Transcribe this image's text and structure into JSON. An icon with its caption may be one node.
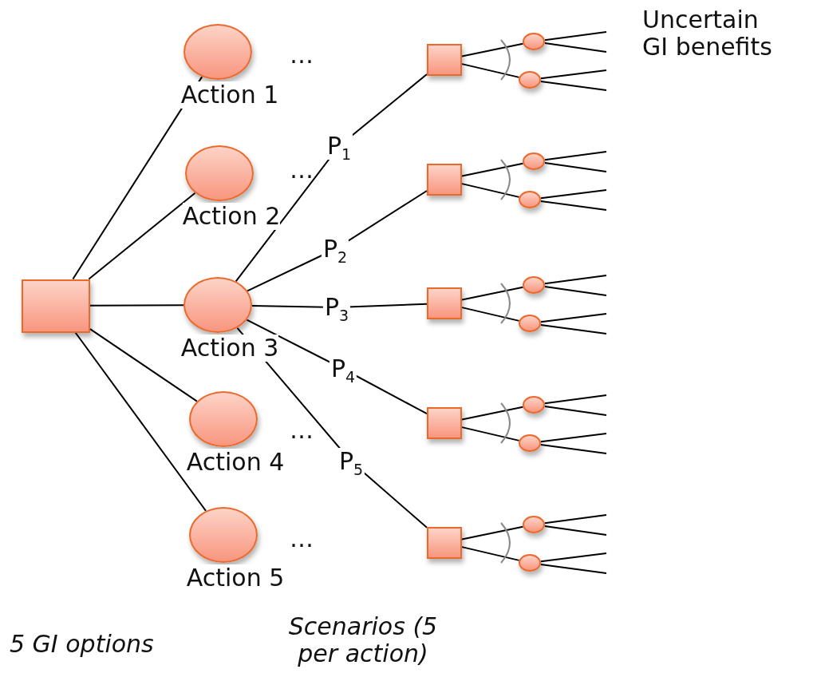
{
  "diagram": {
    "nodes": [
      {
        "text": [],
        "shape": "box"
      },
      {
        "text": [
          "Action 1"
        ]
      },
      {
        "text": [
          "Action 2"
        ]
      },
      {
        "text": [
          "Action 3"
        ]
      },
      {
        "text": [
          "Action 4"
        ]
      },
      {
        "text": [
          "Action 5"
        ]
      },
      {
        "text": [],
        "shape": "box"
      },
      {
        "text": [],
        "shape": "box"
      },
      {
        "text": [],
        "shape": "box"
      },
      {
        "text": [],
        "shape": "box"
      },
      {
        "text": [],
        "shape": "box"
      },
      {
        "text": [],
        "shape": "circle"
      },
      {
        "text": [],
        "shape": "circle"
      },
      {
        "text": [],
        "shape": "circle"
      },
      {
        "text": [],
        "shape": "circle"
      },
      {
        "text": [],
        "shape": "circle"
      },
      {
        "text": [],
        "shape": "circle"
      },
      {
        "text": [],
        "shape": "circle"
      },
      {
        "text": [],
        "shape": "circle"
      },
      {
        "text": [],
        "shape": "circle"
      },
      {
        "text": [],
        "shape": "circle"
      }
    ],
    "edges": [
      {
        "from": 0,
        "to": 1,
        "arrow": "none"
      },
      {
        "from": 0,
        "to": 2,
        "arrow": "none"
      },
      {
        "from": 0,
        "to": 3,
        "arrow": "none"
      },
      {
        "from": 0,
        "to": 4,
        "arrow": "none"
      },
      {
        "from": 0,
        "to": 5,
        "arrow": "none"
      },
      {
        "from": 3,
        "to": 6,
        "arrow": "none",
        "label": "P$_{1}$"
      },
      {
        "from": 3,
        "to": 7,
        "arrow": "none",
        "label": "P$_{2}$"
      },
      {
        "from": 3,
        "to": 8,
        "arrow": "none",
        "label": "P$_{3}$"
      },
      {
        "from": 3,
        "to": 9,
        "arrow": "none",
        "label": "P$_{4}$"
      },
      {
        "from": 3,
        "to": 10,
        "arrow": "none",
        "label": "P$_{5}$"
      },
      {
        "from": 6,
        "to": 11,
        "arrow": "none"
      },
      {
        "from": 6,
        "to": 12,
        "arrow": "none"
      },
      {
        "from": 7,
        "to": 13,
        "arrow": "none"
      },
      {
        "from": 7,
        "to": 14,
        "arrow": "none"
      },
      {
        "from": 8,
        "to": 15,
        "arrow": "none"
      },
      {
        "from": 8,
        "to": 16,
        "arrow": "none"
      },
      {
        "from": 9,
        "to": 17,
        "arrow": "none"
      },
      {
        "from": 9,
        "to": 18,
        "arrow": "none"
      },
      {
        "from": 10,
        "to": 19,
        "arrow": "none"
      },
      {
        "from": 10,
        "to": 20,
        "arrow": "none"
      },
      {
        "from": 11,
        "to": null,
        "arrow": "none"
      },
      {
        "from": 11,
        "to": null,
        "arrow": "none"
      },
      {
        "from": 12,
        "to": null,
        "arrow": "none"
      },
      {
        "from": 12,
        "to": null,
        "arrow": "none"
      },
      {
        "from": 13,
        "to": null,
        "arrow": "none"
      },
      {
        "from": 13,
        "to": null,
        "arrow": "none"
      },
      {
        "from": 14,
        "to": null,
        "arrow": "none"
      },
      {
        "from": 14,
        "to": null,
        "arrow": "none"
      },
      {
        "from": 15,
        "to": null,
        "arrow": "none"
      },
      {
        "from": 15,
        "to": null,
        "arrow": "none"
      },
      {
        "from": 16,
        "to": null,
        "arrow": "none"
      },
      {
        "from": 16,
        "to": null,
        "arrow": "none"
      },
      {
        "from": 17,
        "to": null,
        "arrow": "none"
      },
      {
        "from": 17,
        "to": null,
        "arrow": "none"
      },
      {
        "from": 18,
        "to": null,
        "arrow": "none"
      },
      {
        "from": 18,
        "to": null,
        "arrow": "none"
      },
      {
        "from": 19,
        "to": null,
        "arrow": "none"
      },
      {
        "from": 19,
        "to": null,
        "arrow": "none"
      },
      {
        "from": 20,
        "to": null,
        "arrow": "none"
      },
      {
        "from": 20,
        "to": null,
        "arrow": "none"
      }
    ],
    "labels": [
      "Uncertain GI benefits",
      "…",
      "…",
      "…",
      "…",
      "5 GI options",
      "Scenarios (5 per action)"
    ]
  }
}
